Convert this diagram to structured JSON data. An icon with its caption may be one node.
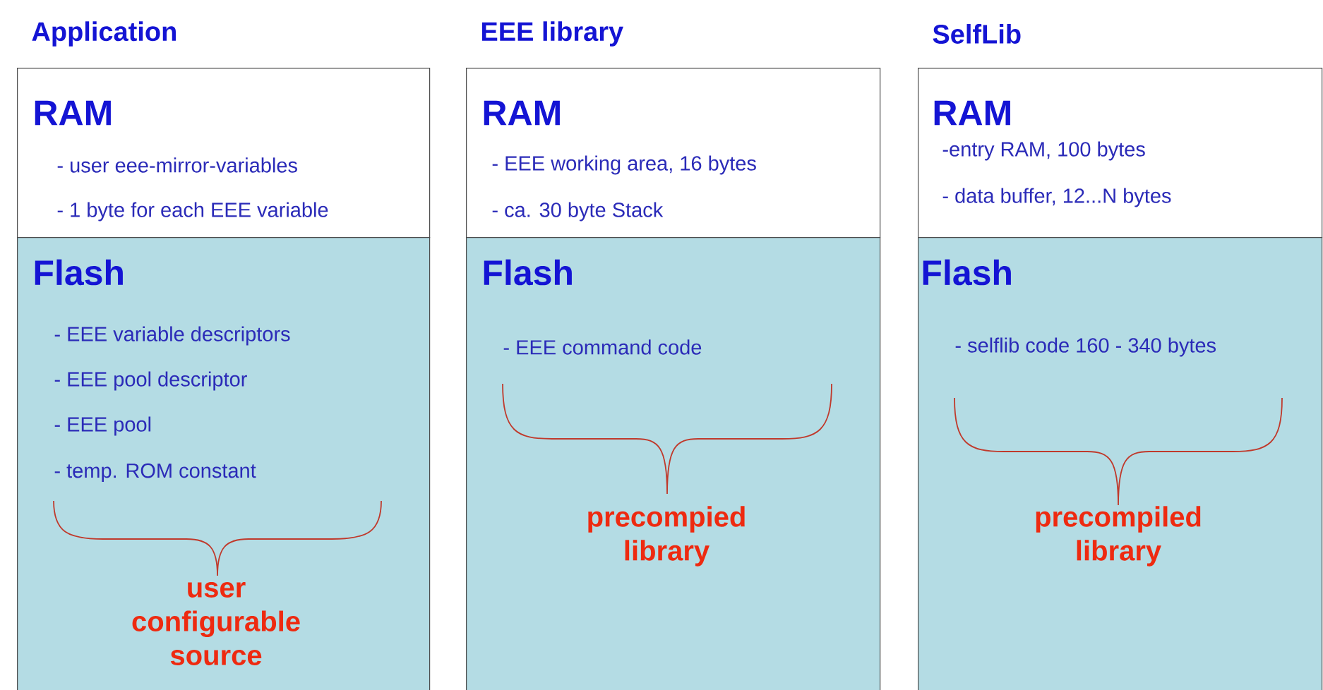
{
  "diagram": {
    "nodes": [
      {
        "text": [
          "RAM",
          "- user eee-mirror-variables",
          "- 1 byte for each EEE variable"
        ]
      },
      {
        "text": [
          "Flash",
          "- EEE variable descriptors",
          "- EEE pool descriptor",
          "- EEE pool",
          "- temp. ROM constant",
          "user configurable source"
        ]
      },
      {
        "text": [
          "RAM",
          "- EEE working area, 16 bytes",
          "- ca. 30 byte Stack"
        ]
      },
      {
        "text": [
          "Flash",
          "- EEE command code",
          "precompied library"
        ]
      },
      {
        "text": [
          "RAM",
          "-entry RAM, 100 bytes",
          "- data buffer, 12...N bytes"
        ]
      },
      {
        "text": [
          "Flash",
          "- selflib code 160 - 340 bytes",
          "precompiled library"
        ]
      }
    ],
    "labels": [
      "Application",
      "EEE library",
      "SelfLib"
    ]
  }
}
